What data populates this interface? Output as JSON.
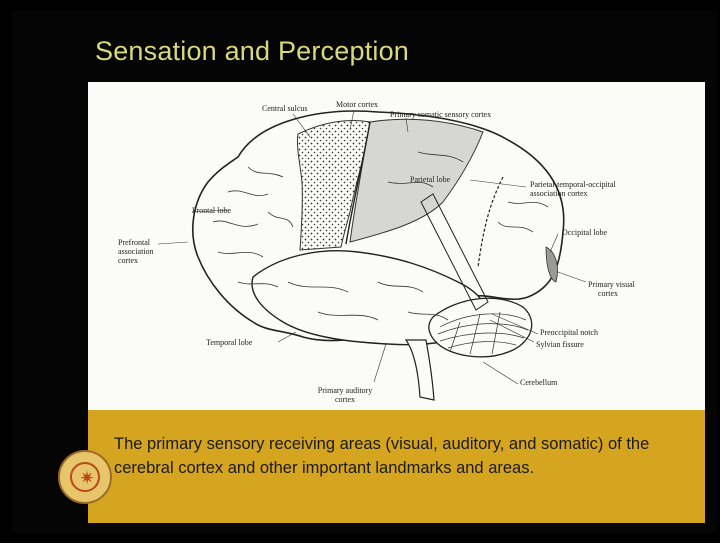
{
  "slide": {
    "title": "Sensation and Perception",
    "caption": "The primary sensory receiving areas (visual, auditory, and somatic) of the cerebral cortex and other important landmarks and areas.",
    "logo": {
      "icon": "institute-logo-icon",
      "text": ""
    }
  },
  "figure": {
    "labels": {
      "central_sulcus": "Central sulcus",
      "motor_cortex": "Motor cortex",
      "primary_somatic": "Primary somatic sensory cortex",
      "parietal_lobe": "Parietal lobe",
      "pto_association_1": "Parietal-temporal-occipital",
      "pto_association_2": "association cortex",
      "frontal_lobe": "Frontal lobe",
      "prefrontal_1": "Prefrontal",
      "prefrontal_2": "association",
      "prefrontal_3": "cortex",
      "occipital_lobe": "Occipital lobe",
      "primary_visual_1": "Primary visual",
      "primary_visual_2": "cortex",
      "preoccipital_notch": "Preoccipital notch",
      "sylvian_fissure": "Sylvian fissure",
      "temporal_lobe": "Temporal lobe",
      "cerebellum": "Cerebellum",
      "primary_auditory_1": "Primary auditory",
      "primary_auditory_2": "cortex"
    }
  }
}
